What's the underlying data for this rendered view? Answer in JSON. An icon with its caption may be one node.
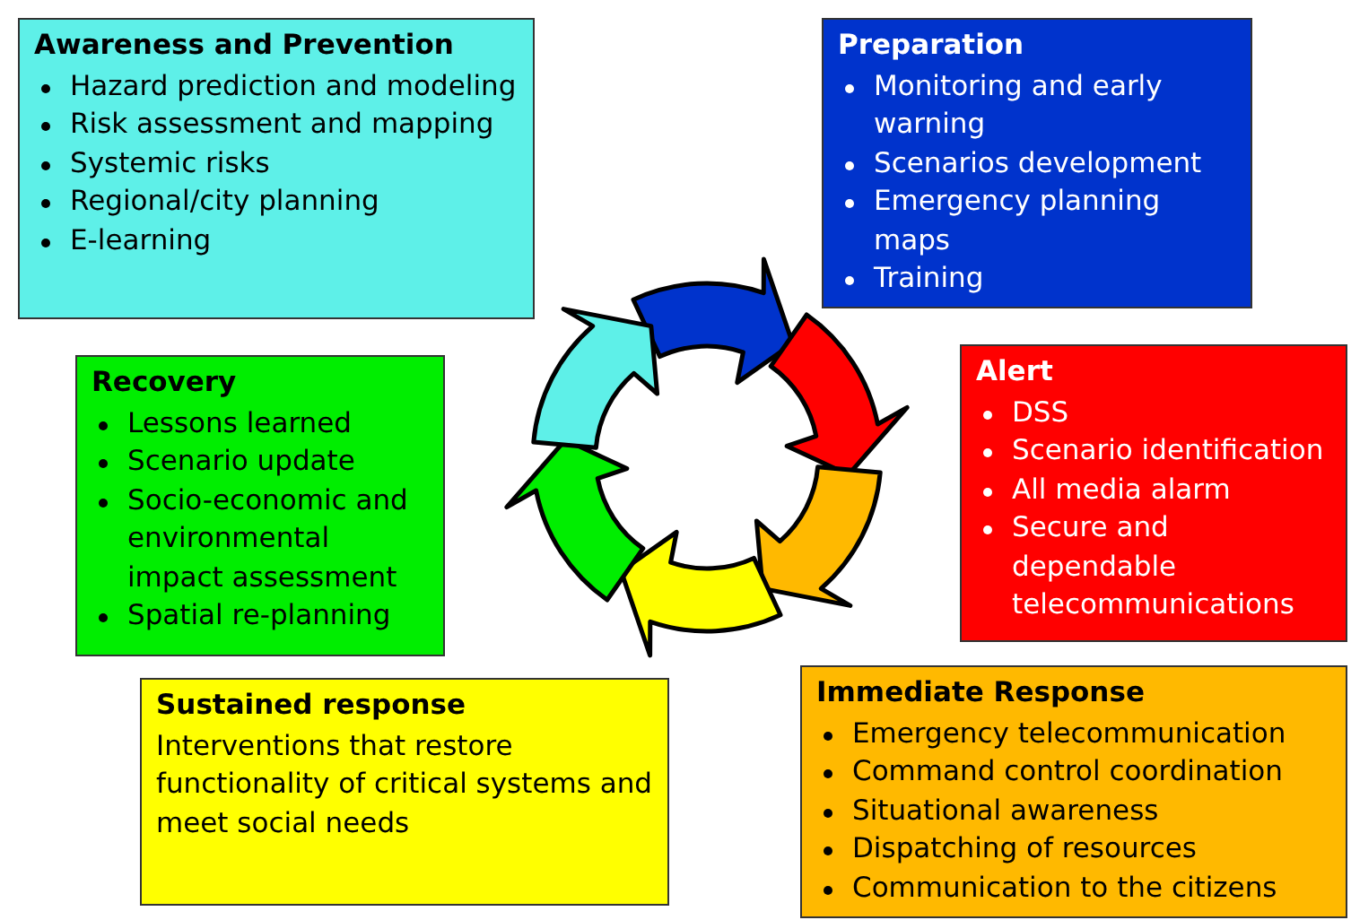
{
  "diagram": {
    "nodes": [
      {
        "text": [
          "Awareness and Prevention",
          "Hazard prediction and modeling",
          "Risk assessment and mapping",
          "Systemic risks",
          "Regional/city planning",
          "E-learning"
        ]
      },
      {
        "text": [
          "Preparation",
          "Monitoring and early warning",
          "Scenarios development",
          "Emergency planning maps",
          "Training"
        ]
      },
      {
        "text": [
          "Alert",
          "DSS",
          "Scenario identification",
          "All media alarm",
          "Secure and dependable telecommunications"
        ]
      },
      {
        "text": [
          "Recovery",
          "Lessons learned",
          "Scenario update",
          "Socio-economic and environmental impact assessment",
          "Spatial re-planning"
        ]
      },
      {
        "text": [
          "Immediate Response",
          "Emergency telecommunication",
          "Command control coordination",
          "Situational awareness",
          "Dispatching of resources",
          "Communication to the citizens"
        ]
      },
      {
        "text": [
          "Sustained response",
          "Interventions that restore functionality of critical systems and meet social needs"
        ]
      }
    ],
    "edges": [
      {
        "from": 0,
        "to": 1,
        "arrow": "to",
        "color": "#0033cc"
      },
      {
        "from": 1,
        "to": 2,
        "arrow": "to",
        "color": "#ff0000"
      },
      {
        "from": 2,
        "to": 4,
        "arrow": "to",
        "color": "#ffb900"
      },
      {
        "from": 4,
        "to": 5,
        "arrow": "to",
        "color": "#ffff00"
      },
      {
        "from": 5,
        "to": 3,
        "arrow": "to",
        "color": "#00ee00"
      },
      {
        "from": 3,
        "to": 0,
        "arrow": "to",
        "color": "#5ef0e8"
      }
    ]
  }
}
